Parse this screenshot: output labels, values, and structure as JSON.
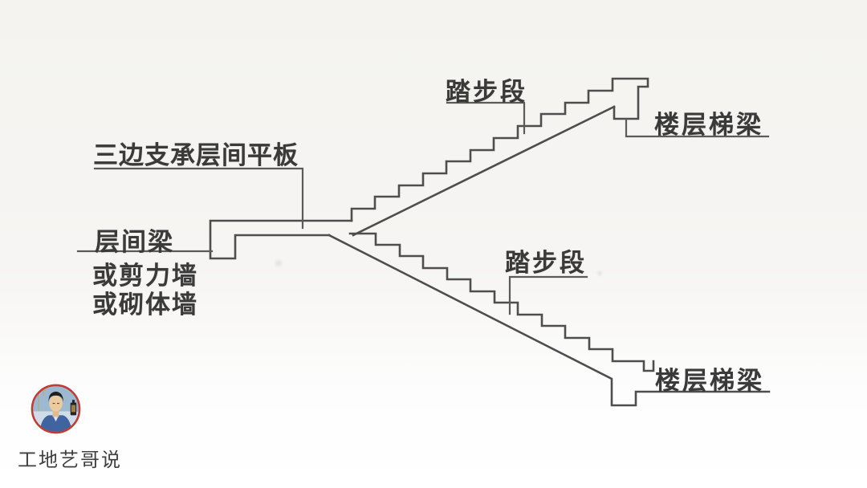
{
  "page": {
    "background_color": "#f5f4f2",
    "line_color": "#4e4e4e",
    "leader_line_color": "#5b5b5b",
    "text_color": "#3a3a3a"
  },
  "diagram": {
    "type": "stair-structural-section",
    "labels": {
      "landing_slab": "三边支承层间平板",
      "landing_beam_line1": "层间梁",
      "landing_beam_line2": "或剪力墙",
      "landing_beam_line3": "或砌体墙",
      "flight_upper": "踏步段",
      "flight_lower": "踏步段",
      "floor_beam_upper": "楼层梯梁",
      "floor_beam_lower": "楼层梯梁"
    },
    "structure_notes": {
      "upper_flight_steps": 12,
      "lower_flight_steps": 12
    }
  },
  "footer": {
    "watermark": "工地艺哥说",
    "avatar": {
      "ring_color": "#c23b34",
      "sky_color": "#9db9cf",
      "shirt_color": "#3f64a0"
    }
  }
}
